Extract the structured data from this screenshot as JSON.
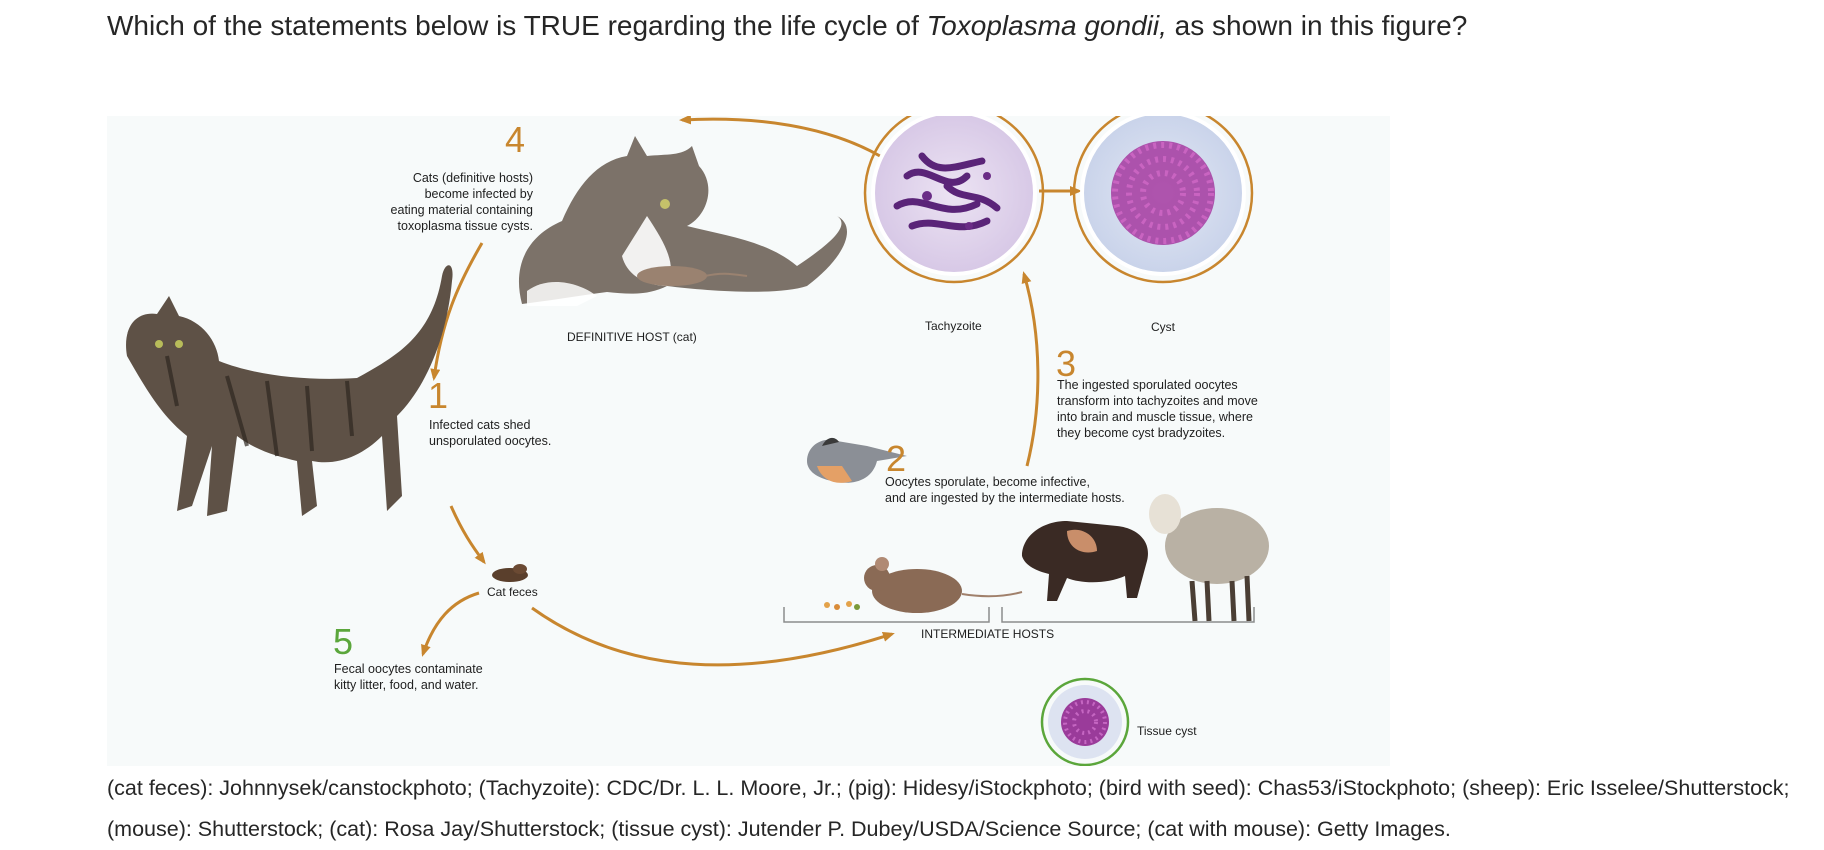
{
  "question": {
    "text_before": "Which of the statements below is TRUE regarding the life cycle of ",
    "organism": "Toxoplasma gondii,",
    "text_after": " as shown in this figure?"
  },
  "figure": {
    "steps": [
      {
        "number": "1",
        "text": "Infected cats shed\nunsporulated oocytes."
      },
      {
        "number": "2",
        "text": "Oocytes sporulate, become infective,\nand are ingested by the intermediate hosts."
      },
      {
        "number": "3",
        "text": "The ingested sporulated oocytes\ntransform into tachyzoites and move\ninto brain and muscle tissue, where\nthey become cyst bradyzoites."
      },
      {
        "number": "4",
        "text": "Cats (definitive hosts)\nbecome infected by\neating material containing\ntoxoplasma tissue cysts."
      },
      {
        "number": "5",
        "text": "Fecal oocytes contaminate\nkitty litter, food, and water."
      }
    ],
    "labels": {
      "definitive_host": "DEFINITIVE HOST (cat)",
      "tachyzoite": "Tachyzoite",
      "cyst": "Cyst",
      "cat_feces": "Cat feces",
      "intermediate_hosts": "INTERMEDIATE HOSTS",
      "tissue_cyst": "Tissue cyst"
    },
    "colors": {
      "arrow": "#c8862e",
      "step_orange": "#c8862e",
      "step_green": "#5ba63b",
      "stain_purple": "#7a2a8a"
    }
  },
  "credits": "(cat feces): Johnnysek/canstockphoto; (Tachyzoite): CDC/Dr. L. L. Moore, Jr.; (pig): Hidesy/iStockphoto; (bird with seed): Chas53/iStockphoto; (sheep): Eric Isselee/Shutterstock; (mouse): Shutterstock; (cat): Rosa Jay/Shutterstock; (tissue cyst): Jutender P. Dubey/USDA/Science Source; (cat with mouse): Getty Images."
}
